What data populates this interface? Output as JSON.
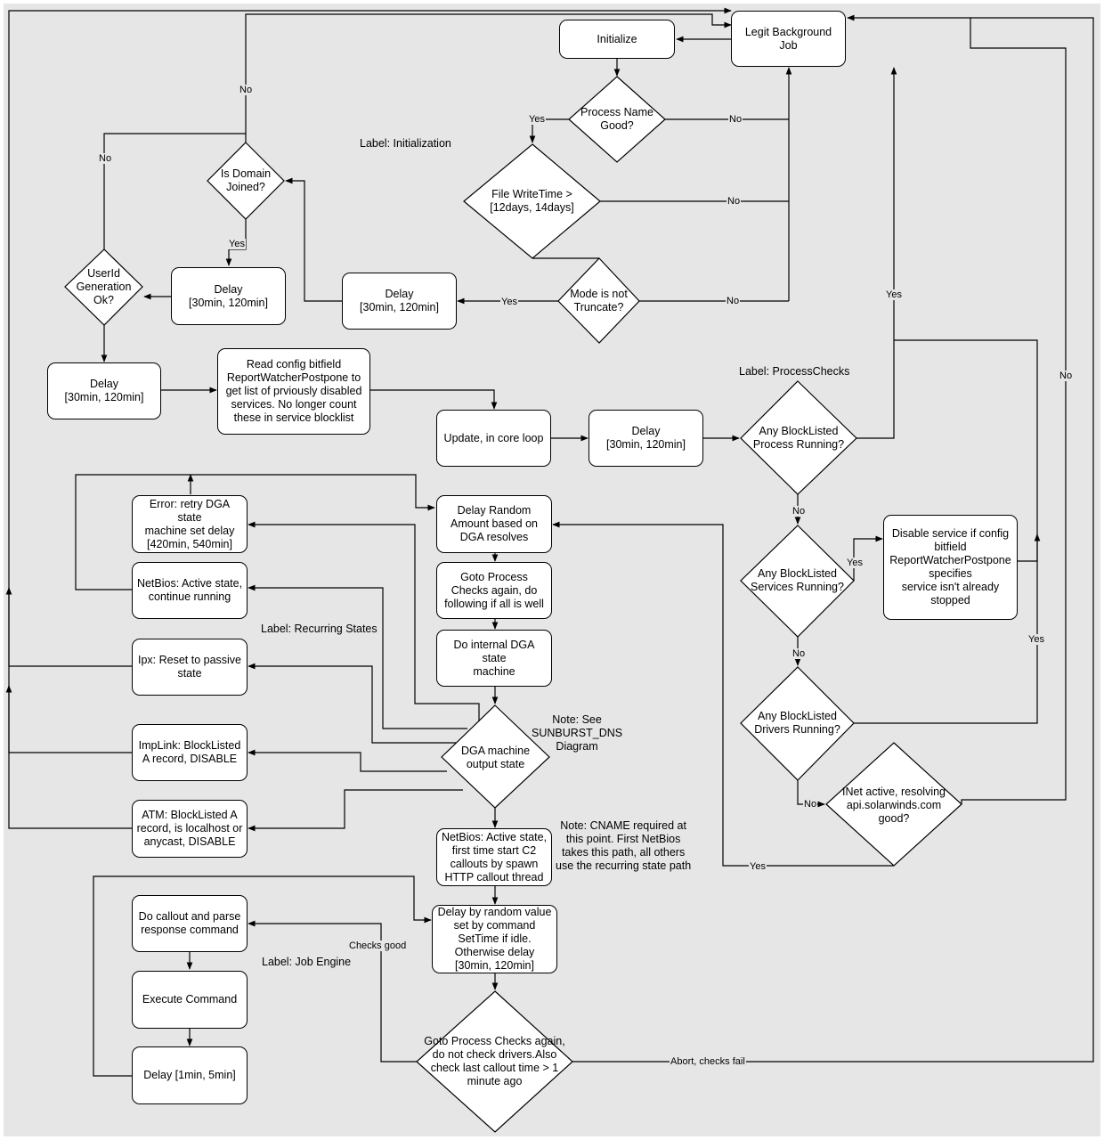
{
  "nodes": {
    "legit": "Legit Background\nJob",
    "init": "Initialize",
    "procname": "Process Name\nGood?",
    "filewrite": "File WriteTime >\n[12days, 14days]",
    "mode": "Mode is not\nTruncate?",
    "delay_a": "Delay\n[30min, 120min]",
    "domain": "Is Domain\nJoined?",
    "delay_b": "Delay\n[30min, 120min]",
    "userid": "UserId\nGeneration\nOk?",
    "delay_c": "Delay\n[30min, 120min]",
    "readcfg": "Read config bitfield\nReportWatcherPostpone to\nget list of prviously disabled\nservices. No longer count\nthese in service blocklist",
    "update": "Update, in core loop",
    "delay_d": "Delay\n[30min, 120min]",
    "bl_proc": "Any BlockListed\nProcess Running?",
    "bl_svc": "Any BlockListed\nServices Running?",
    "disable_svc": "Disable service if config\nbitfield\nReportWatcherPostpone\nspecifies\nservice isn't already\nstopped",
    "bl_drv": "Any BlockListed\nDrivers Running?",
    "inet": "INet active, resolving\napi.solarwinds.com\ngood?",
    "delay_rand": "Delay Random\nAmount based on\nDGA resolves",
    "goto_checks": "Goto Process\nChecks again, do\nfollowing if all is well",
    "dga_internal": "Do internal DGA state\nmachine",
    "dga_out": "DGA machine\noutput state",
    "err_retry": "Error: retry DGA state\nmachine set delay\n[420min, 540min]",
    "netbios_active": "NetBios: Active state,\ncontinue running",
    "ipx": "Ipx: Reset to passive\nstate",
    "implink": "ImpLink: BlockListed\nA record, DISABLE",
    "atm": "ATM: BlockListed A\nrecord, is localhost or\nanycast, DISABLE",
    "netbios_first": "NetBios: Active state,\nfirst time start C2\ncallouts by spawn\nHTTP callout thread",
    "delay_cmd": "Delay by random value\nset by command\nSetTime if idle.\nOtherwise delay\n[30min, 120min]",
    "callout": "Do callout and parse\nresponse command",
    "exec": "Execute Command",
    "delay_min": "Delay [1min, 5min]",
    "goto_final": "Goto Process Checks again,\ndo not check drivers.Also\ncheck last callout time > 1\nminute ago"
  },
  "labels": {
    "init": "Label: Initialization",
    "proc": "Label: ProcessChecks",
    "recur": "Label: Recurring States",
    "job": "Label: Job Engine",
    "note_dns": "Note: See\nSUNBURST_DNS\nDiagram",
    "note_cname": "Note: CNAME required at\nthis point. First NetBios\ntakes this path, all others\nuse the recurring state path"
  },
  "edge_labels": {
    "yes": "Yes",
    "no": "No",
    "checks_good": "Checks good",
    "abort": "Abort, checks fail"
  },
  "colors": {
    "background": "#e6e6e6",
    "stroke": "#000000"
  }
}
